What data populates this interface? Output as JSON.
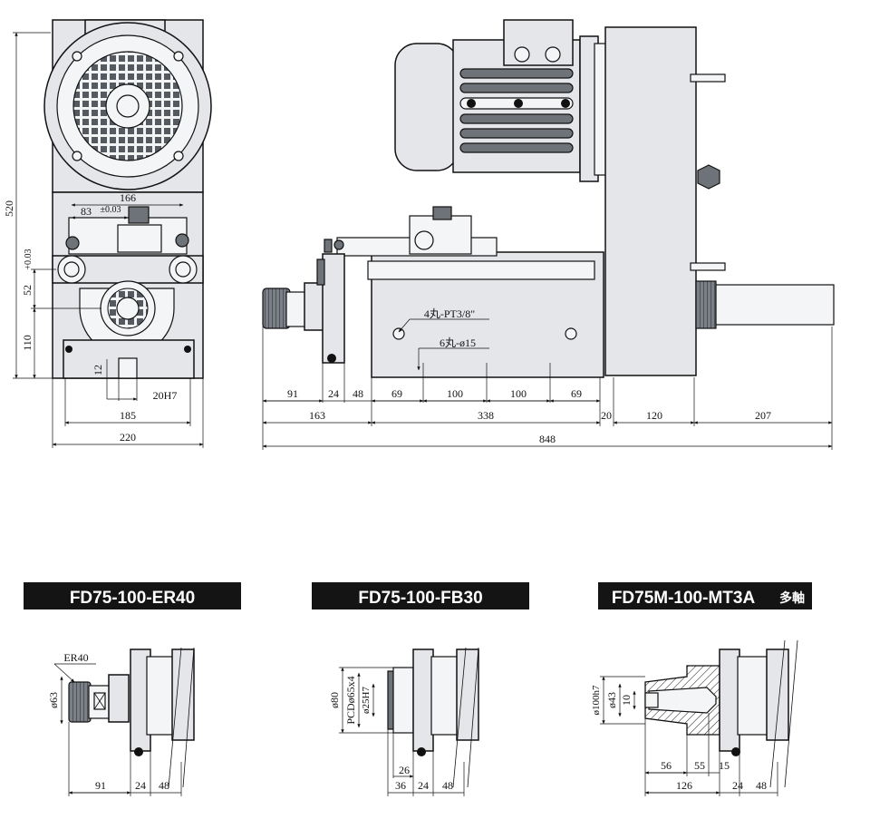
{
  "dimensions": {
    "d520": "520",
    "d166": "166",
    "d83": "83",
    "d83_tol": "±0.03",
    "d52": "52",
    "d52_tol": "+0.03",
    "d110": "110",
    "d12": "12",
    "d20h7": "20H7",
    "d185": "185",
    "d220": "220",
    "d91": "91",
    "d24": "24",
    "d48": "48",
    "d69a": "69",
    "d100a": "100",
    "d100b": "100",
    "d69b": "69",
    "d163": "163",
    "d338": "338",
    "d20": "20",
    "d120": "120",
    "d207": "207",
    "d848": "848"
  },
  "annotations": {
    "pt38": "4丸-PT3/8\"",
    "phi15": "6丸-ø15"
  },
  "variants": [
    {
      "label": "FD75-100-ER40",
      "callouts": {
        "er": "ER40",
        "d63": "ø63"
      },
      "dims": {
        "a": "91",
        "b": "24",
        "c": "48"
      }
    },
    {
      "label": "FD75-100-FB30",
      "callouts": {
        "d80": "ø80",
        "pcd": "PCDø65x4",
        "d25": "ø25H7",
        "d26": "26"
      },
      "dims": {
        "a": "36",
        "b": "24",
        "c": "48"
      }
    },
    {
      "label": "FD75M-100-MT3A",
      "label_suffix": "多軸",
      "callouts": {
        "d100": "ø100h7",
        "d43": "ø43",
        "d10": "10"
      },
      "dims": {
        "a": "56",
        "b": "55",
        "c": "15",
        "d": "126",
        "e": "24",
        "f": "48"
      }
    }
  ]
}
